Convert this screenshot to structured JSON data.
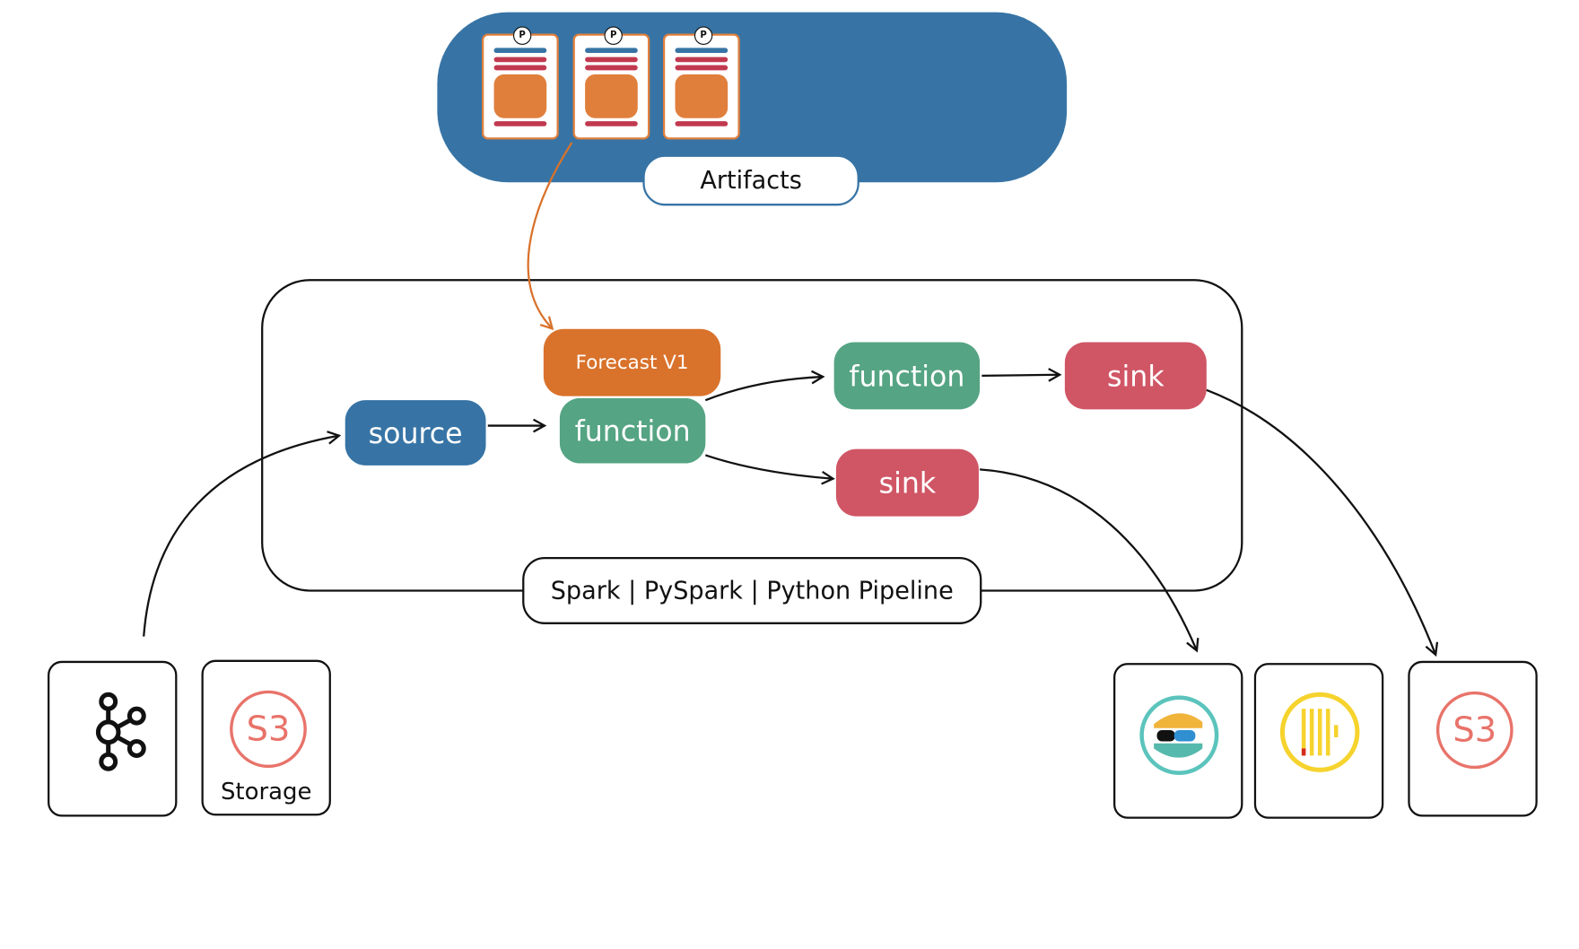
{
  "artifacts": {
    "label": "Artifacts",
    "badge_glyph": "P",
    "card_count": 3,
    "colors": {
      "cloud": "#3774a5",
      "card_border": "#e07f3c",
      "card_block": "#e07f3c",
      "card_stripes": "#c1394f"
    }
  },
  "pipeline": {
    "label": "Spark | PySpark | Python Pipeline",
    "nodes": {
      "source": "source",
      "model": "Forecast V1",
      "function_1": "function",
      "function_2": "function",
      "sink_1": "sink",
      "sink_2": "sink"
    },
    "colors": {
      "source": "#3774a5",
      "function": "#55a483",
      "sink": "#d05665",
      "model": "#d9722b"
    }
  },
  "inputs": {
    "kafka_icon": "kafka-icon",
    "storage_icon": "s3-icon",
    "storage_icon_text": "S3",
    "storage_caption": "Storage"
  },
  "outputs": {
    "elasticsearch_icon": "elasticsearch-icon",
    "clickhouse_icon": "clickhouse-icon",
    "s3_icon": "s3-icon",
    "s3_icon_text": "S3"
  }
}
